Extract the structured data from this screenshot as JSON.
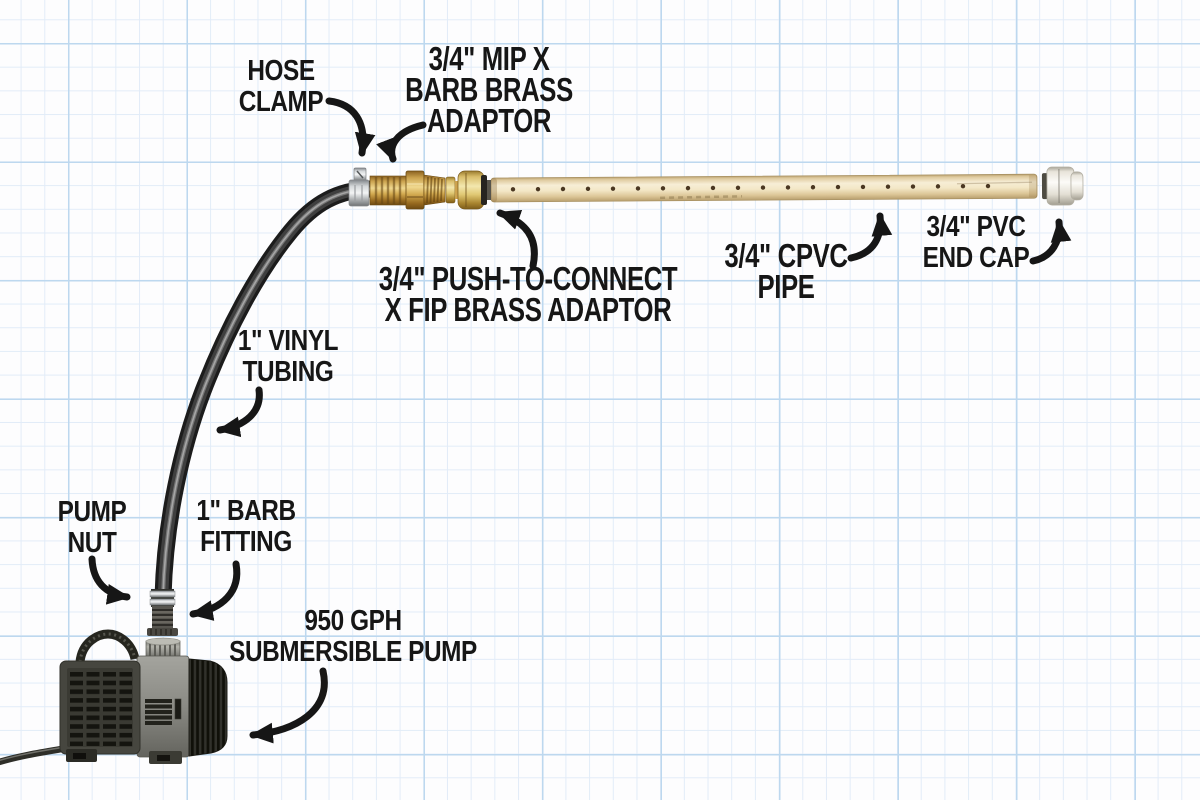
{
  "diagram_type": "labeled parts diagram",
  "subject": "submersible pump connected by vinyl tubing and brass adaptors to a drilled CPVC sprinkler pipe with end cap, drawn on graph paper",
  "labels": {
    "hose_clamp": {
      "lines": [
        "HOSE",
        "CLAMP"
      ]
    },
    "mip_barb_brass_adaptor": {
      "lines": [
        "3/4\" MIP X",
        "BARB BRASS",
        "ADAPTOR"
      ]
    },
    "vinyl_tubing": {
      "lines": [
        "1\" VINYL",
        "TUBING"
      ]
    },
    "push_to_connect_adaptor": {
      "lines": [
        "3/4\" PUSH-TO-CONNECT",
        "X FIP BRASS ADAPTOR"
      ]
    },
    "cpvc_pipe": {
      "lines": [
        "3/4\" CPVC",
        "PIPE"
      ]
    },
    "pvc_end_cap": {
      "lines": [
        "3/4\" PVC",
        "END CAP"
      ]
    },
    "pump_nut": {
      "lines": [
        "PUMP",
        "NUT"
      ]
    },
    "barb_fitting": {
      "lines": [
        "1\" BARB",
        "FITTING"
      ]
    },
    "submersible_pump": {
      "lines": [
        "950 GPH",
        "SUBMERSIBLE PUMP"
      ]
    }
  },
  "colors": {
    "paper": "#fdfdfe",
    "grid_minor": "#e2ecf8",
    "grid_major": "#bdd8ef",
    "label_text": "#161616",
    "arrow": "#161616",
    "brass": "#cda34f",
    "vinyl_tubing": "#242424",
    "cpvc_pipe": "#f3e8cc",
    "pvc_end_cap": "#f4f2ec",
    "steel_clamp": "#c9cccf",
    "pump_body": "#45453f"
  },
  "pipe_hole_count": 20
}
